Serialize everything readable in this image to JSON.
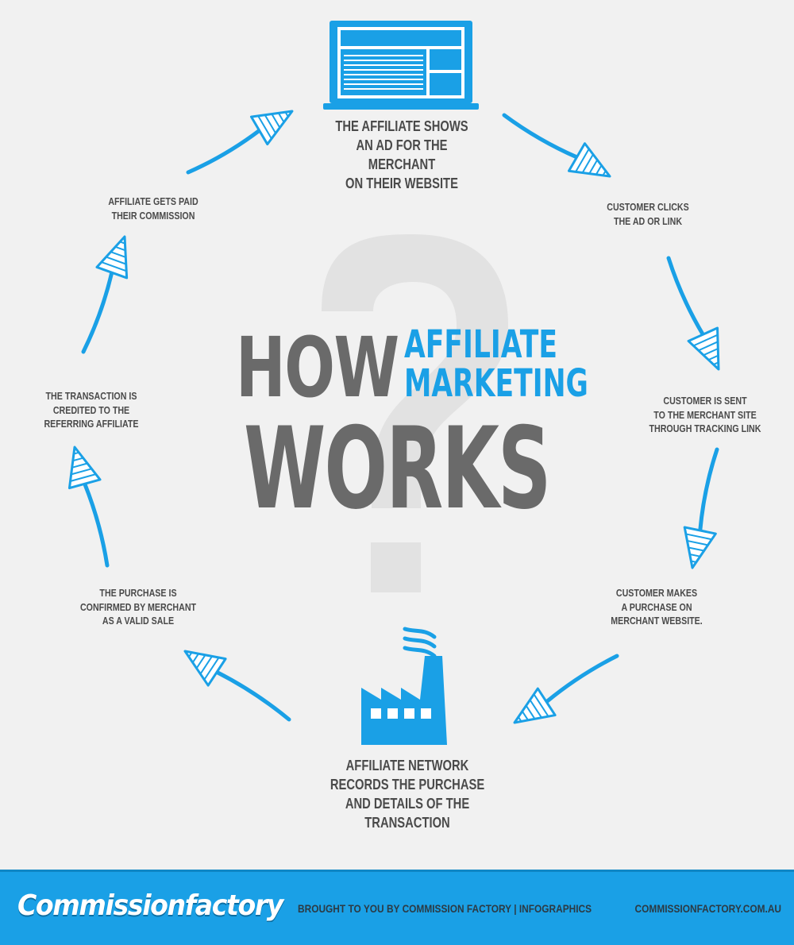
{
  "title": {
    "how": "HOW",
    "affiliate": "AFFILIATE",
    "marketing": "MARKETING",
    "works": "WORKS"
  },
  "steps": {
    "shows_ad": "THE AFFILIATE SHOWS\nAN AD FOR THE MERCHANT\nON THEIR WEBSITE",
    "customer_clicks": "CUSTOMER CLICKS\nTHE AD OR LINK",
    "sent_to_merchant": "CUSTOMER IS SENT\nTO THE MERCHANT SITE\nTHROUGH TRACKING LINK",
    "makes_purchase": "CUSTOMER MAKES\nA PURCHASE ON\nMERCHANT WEBSITE.",
    "network_records": "AFFILIATE NETWORK\nRECORDS THE PURCHASE\nAND DETAILS OF THE\nTRANSACTION",
    "purchase_confirmed": "THE PURCHASE IS\nCONFIRMED BY MERCHANT\nAS A VALID SALE",
    "transaction_credited": "THE TRANSACTION IS\nCREDITED TO THE\nREFERRING AFFILIATE",
    "affiliate_paid": "AFFILIATE GETS PAID\nTHEIR COMMISSION"
  },
  "icons": {
    "laptop": "laptop-icon",
    "factory": "factory-icon",
    "background": "question-mark-icon",
    "arrow": "arrow-icon"
  },
  "colors": {
    "accent": "#1aa0e6",
    "title_gray": "#6a6a6a",
    "label_gray": "#4a4a4a",
    "background": "#f1f1f1"
  },
  "footer": {
    "brand": "Commissionfactory",
    "tagline": "BROUGHT TO YOU BY COMMISSION FACTORY | INFOGRAPHICS",
    "website": "COMMISSIONFACTORY.COM.AU"
  }
}
